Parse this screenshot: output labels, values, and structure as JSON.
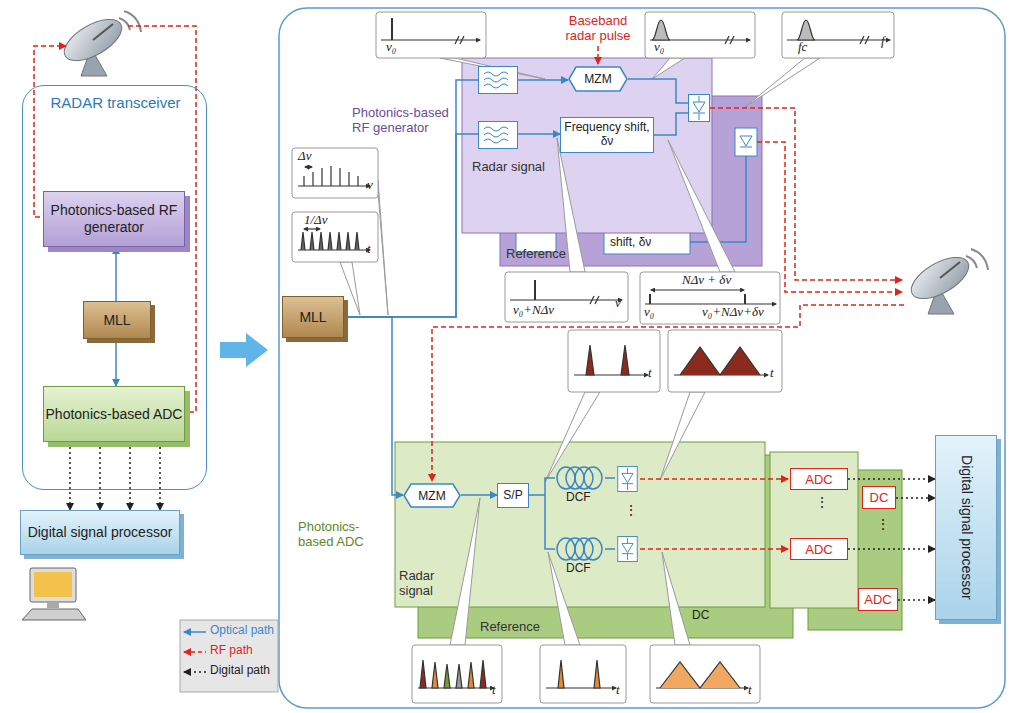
{
  "diagram": {
    "nodes": [
      {
        "text": [
          "RADAR transceiver"
        ]
      },
      {
        "text": [
          "Photonics-based RF generator"
        ],
        "in": 0
      },
      {
        "text": [
          "MLL"
        ],
        "in": 0
      },
      {
        "text": [
          "Photonics-based ADC"
        ],
        "in": 0
      },
      {
        "text": [
          "Digital signal processor"
        ]
      },
      {
        "text": [
          "MLL"
        ]
      },
      {
        "text": [
          "Δν",
          "ν"
        ]
      },
      {
        "text": [
          "1/Δν",
          "t"
        ]
      },
      {
        "text": [
          "ν₀"
        ]
      },
      {
        "text": [
          "ν₀"
        ]
      },
      {
        "text": [
          "fc",
          "f"
        ]
      },
      {
        "text": [
          "Reference"
        ]
      },
      {
        "text": [
          "Photonics-based RF generator",
          "Radar signal"
        ]
      },
      {
        "text": [
          "MZM"
        ],
        "in": 12
      },
      {
        "text": [
          "Frequency shift, δν"
        ],
        "in": 12
      },
      {
        "text": [
          "ν₀+NΔν",
          "ν"
        ]
      },
      {
        "text": [
          "NΔν + δν",
          "ν₀",
          "ν₀+NΔν+δν"
        ]
      },
      {
        "text": [
          "t"
        ]
      },
      {
        "text": [
          "t"
        ]
      },
      {
        "text": [
          "Reference"
        ]
      },
      {
        "text": [
          "Photonics-based ADC",
          "Radar signal"
        ]
      },
      {
        "text": [
          "MZM"
        ],
        "in": 20
      },
      {
        "text": [
          "S/P"
        ],
        "in": 20
      },
      {
        "text": [
          "ADC"
        ]
      },
      {
        "text": [
          "ADC"
        ]
      },
      {
        "text": [
          "DC"
        ]
      },
      {
        "text": [
          "ADC"
        ]
      },
      {
        "text": [
          "Digital signal processor"
        ]
      },
      {
        "text": [
          "t"
        ]
      },
      {
        "text": [
          "t"
        ]
      },
      {
        "text": [
          "t"
        ]
      }
    ],
    "edges": [
      {
        "from": 2,
        "to": 1,
        "arrow": "to"
      },
      {
        "from": 2,
        "to": 3,
        "arrow": "to"
      },
      {
        "from": 3,
        "to": 4,
        "arrow": "to"
      },
      {
        "from": 3,
        "to": 4,
        "arrow": "to"
      },
      {
        "from": 3,
        "to": 4,
        "arrow": "to"
      },
      {
        "from": 3,
        "to": 4,
        "arrow": "to"
      },
      {
        "from": 5,
        "to": 13,
        "arrow": "to"
      },
      {
        "from": 5,
        "to": 14,
        "arrow": "to"
      },
      {
        "from": 5,
        "to": 21,
        "arrow": "to"
      },
      {
        "from": 21,
        "to": 22,
        "arrow": "to"
      },
      {
        "from": 23,
        "to": 27,
        "arrow": "to"
      },
      {
        "from": 24,
        "to": 27,
        "arrow": "to"
      },
      {
        "from": 25,
        "to": 27,
        "arrow": "to"
      },
      {
        "from": 26,
        "to": 27,
        "arrow": "to"
      }
    ],
    "labels": [
      "Baseband radar pulse",
      "shift, δν",
      "DCF",
      "DCF",
      "DC",
      "⋮",
      "⋮",
      "⋮"
    ],
    "legend": [
      {
        "text": "Optical path"
      },
      {
        "text": "RF path"
      },
      {
        "text": "Digital path"
      }
    ]
  }
}
